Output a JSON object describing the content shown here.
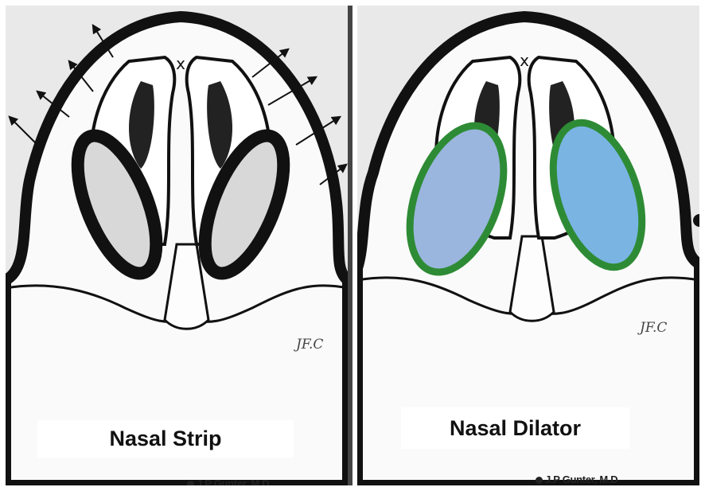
{
  "panels": [
    {
      "label": "Nasal Strip",
      "credit": "J.P Gunter, M.D",
      "signature": "JF.C"
    },
    {
      "label": "Nasal Dilator",
      "credit": "J.P Gunter, M.D",
      "signature": "JF.C"
    }
  ],
  "colors": {
    "background": "#e9e9e9",
    "outline": "#111111",
    "dilator_fill": "#8fc0e6",
    "dilator_ring": "#2e8b35"
  }
}
